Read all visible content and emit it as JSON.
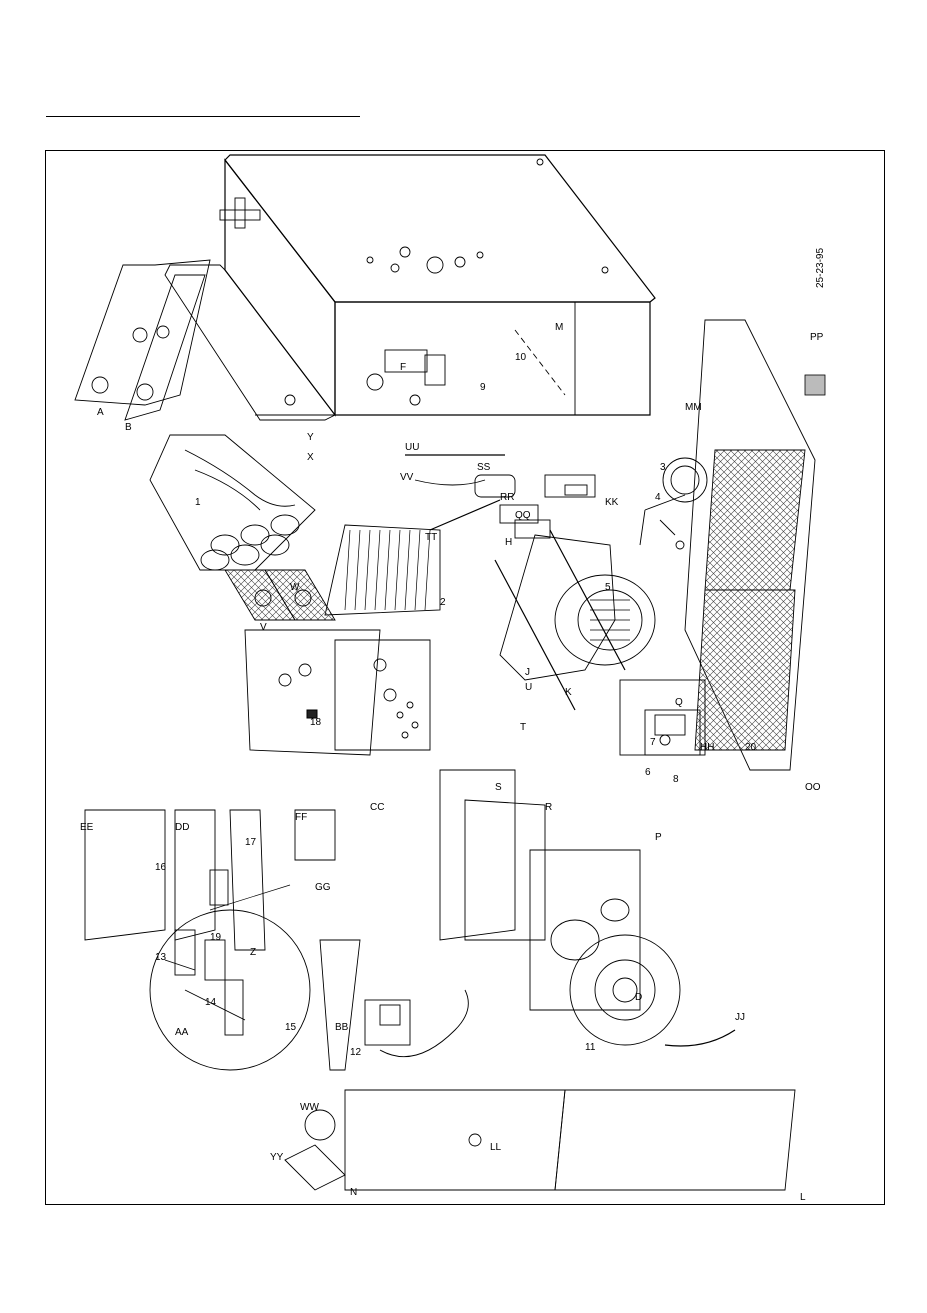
{
  "figure": {
    "drawing_number": "25-23-95",
    "callouts": [
      "A",
      "B",
      "1",
      "Y",
      "X",
      "F",
      "9",
      "10",
      "M",
      "UU",
      "VV",
      "TT",
      "SS",
      "RR",
      "QQ",
      "KK",
      "2",
      "W",
      "V",
      "18",
      "H",
      "J",
      "K",
      "U",
      "T",
      "5",
      "3",
      "4",
      "MM",
      "PP",
      "EE",
      "DD",
      "16",
      "17",
      "FF",
      "CC",
      "S",
      "R",
      "P",
      "Q",
      "7",
      "6",
      "8",
      "HH",
      "20",
      "OO",
      "Z",
      "D",
      "GG",
      "19",
      "13",
      "14",
      "AA",
      "15",
      "BB",
      "12",
      "11",
      "JJ",
      "WW",
      "YY",
      "N",
      "LL",
      "L"
    ]
  }
}
